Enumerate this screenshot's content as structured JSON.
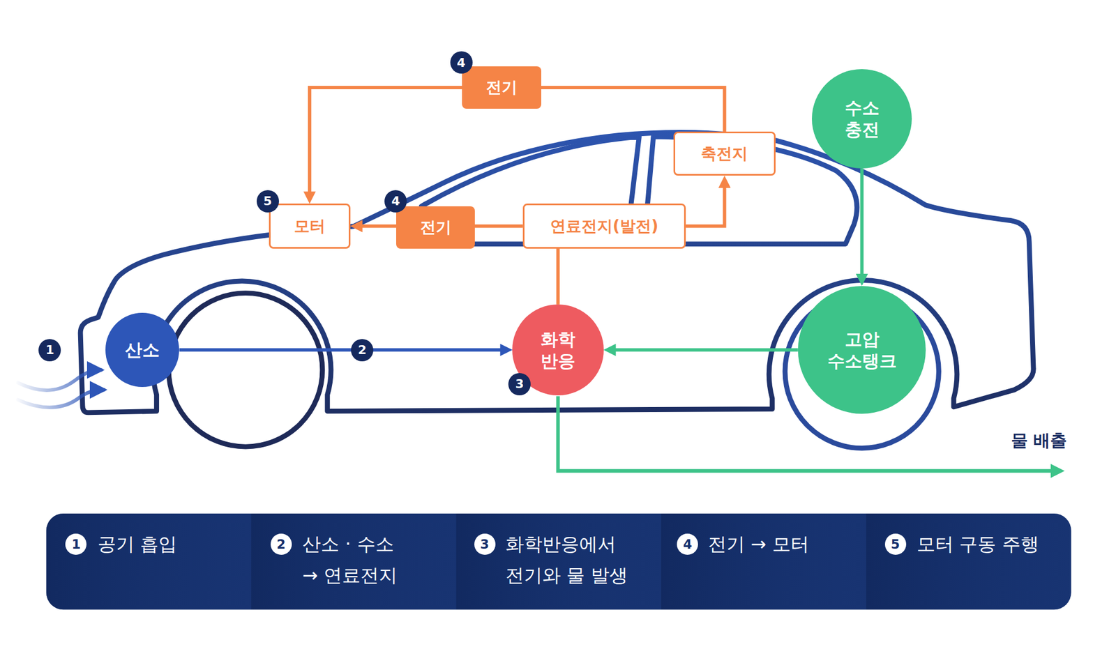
{
  "diagram": {
    "nodes": [
      {
        "text": [
          "수소 충전"
        ]
      },
      {
        "text": [
          "축전지"
        ]
      },
      {
        "text": [
          "모터"
        ]
      },
      {
        "text": [
          "연료전지(발전)"
        ]
      },
      {
        "text": [
          "산소"
        ]
      },
      {
        "text": [
          "화학 반응"
        ]
      },
      {
        "text": [
          "고압 수소탱크"
        ]
      }
    ],
    "edges": [
      {
        "from": 4,
        "to": 5,
        "arrow": "to"
      },
      {
        "from": 6,
        "to": 5,
        "arrow": "to"
      },
      {
        "from": 0,
        "to": 6,
        "arrow": "to"
      },
      {
        "from": 5,
        "to": 3,
        "arrow": "none"
      },
      {
        "from": 3,
        "to": 2,
        "label": "전기",
        "arrow": "to"
      },
      {
        "from": 3,
        "to": 1,
        "arrow": "to"
      },
      {
        "from": 1,
        "to": 2,
        "label": "전기",
        "arrow": "to"
      }
    ],
    "labels": [
      "4",
      "5",
      "4",
      "1",
      "2",
      "3",
      "물 배출",
      "1",
      "공기 흡입",
      "2",
      "산소 · 수소 → 연료전지",
      "3",
      "화학반응에서 전기와 물 발생",
      "4",
      "전기 → 모터",
      "5",
      "모터 구동 주행"
    ]
  }
}
